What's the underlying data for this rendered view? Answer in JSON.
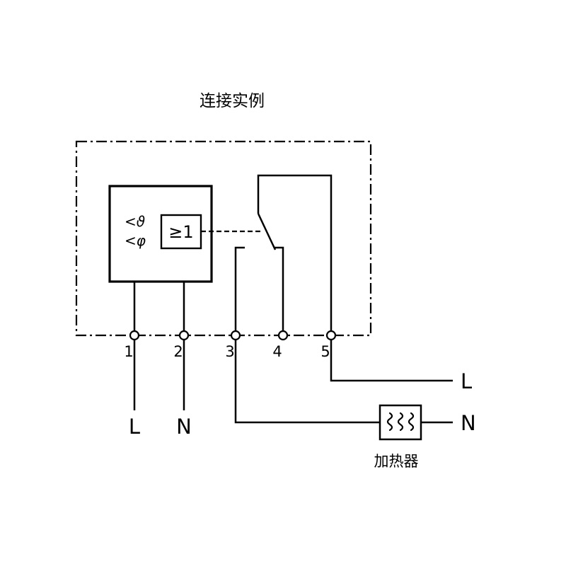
{
  "title": "连接实例",
  "device": {
    "temperature_input": "<ϑ",
    "humidity_input": "<φ",
    "or_gate": "≥1"
  },
  "terminals": [
    "1",
    "2",
    "3",
    "4",
    "5"
  ],
  "left_labels": {
    "line": "L",
    "neutral": "N"
  },
  "right_labels": {
    "line": "L",
    "neutral": "N"
  },
  "heater": {
    "label": "加热器"
  },
  "colors": {
    "stroke": "#000000",
    "background": "#ffffff"
  }
}
